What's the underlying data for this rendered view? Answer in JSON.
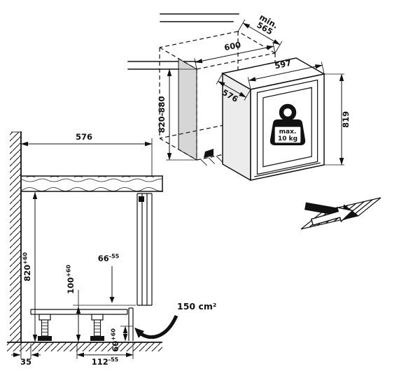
{
  "isometric_view": {
    "niche_depth_min_label": "min.",
    "niche_depth_min_value": "565",
    "niche_width": "600",
    "niche_height_range": "820-880",
    "appliance_width": "597",
    "appliance_depth": "576",
    "appliance_height": "819",
    "weight_limit_line1": "max.",
    "weight_limit_line2": "10 kg"
  },
  "section_view": {
    "niche_depth": "576",
    "niche_height": "820",
    "niche_height_tolerance": "+60",
    "plinth_height": "100",
    "plinth_height_tolerance": "+60",
    "front_gap": "66",
    "front_gap_tolerance": "-55",
    "ventilation_area": "150 cm²",
    "wall_distance": "35",
    "plinth_depth": "112",
    "plinth_depth_tolerance": "-55",
    "base_height": "60",
    "base_height_tolerance": "+60"
  }
}
